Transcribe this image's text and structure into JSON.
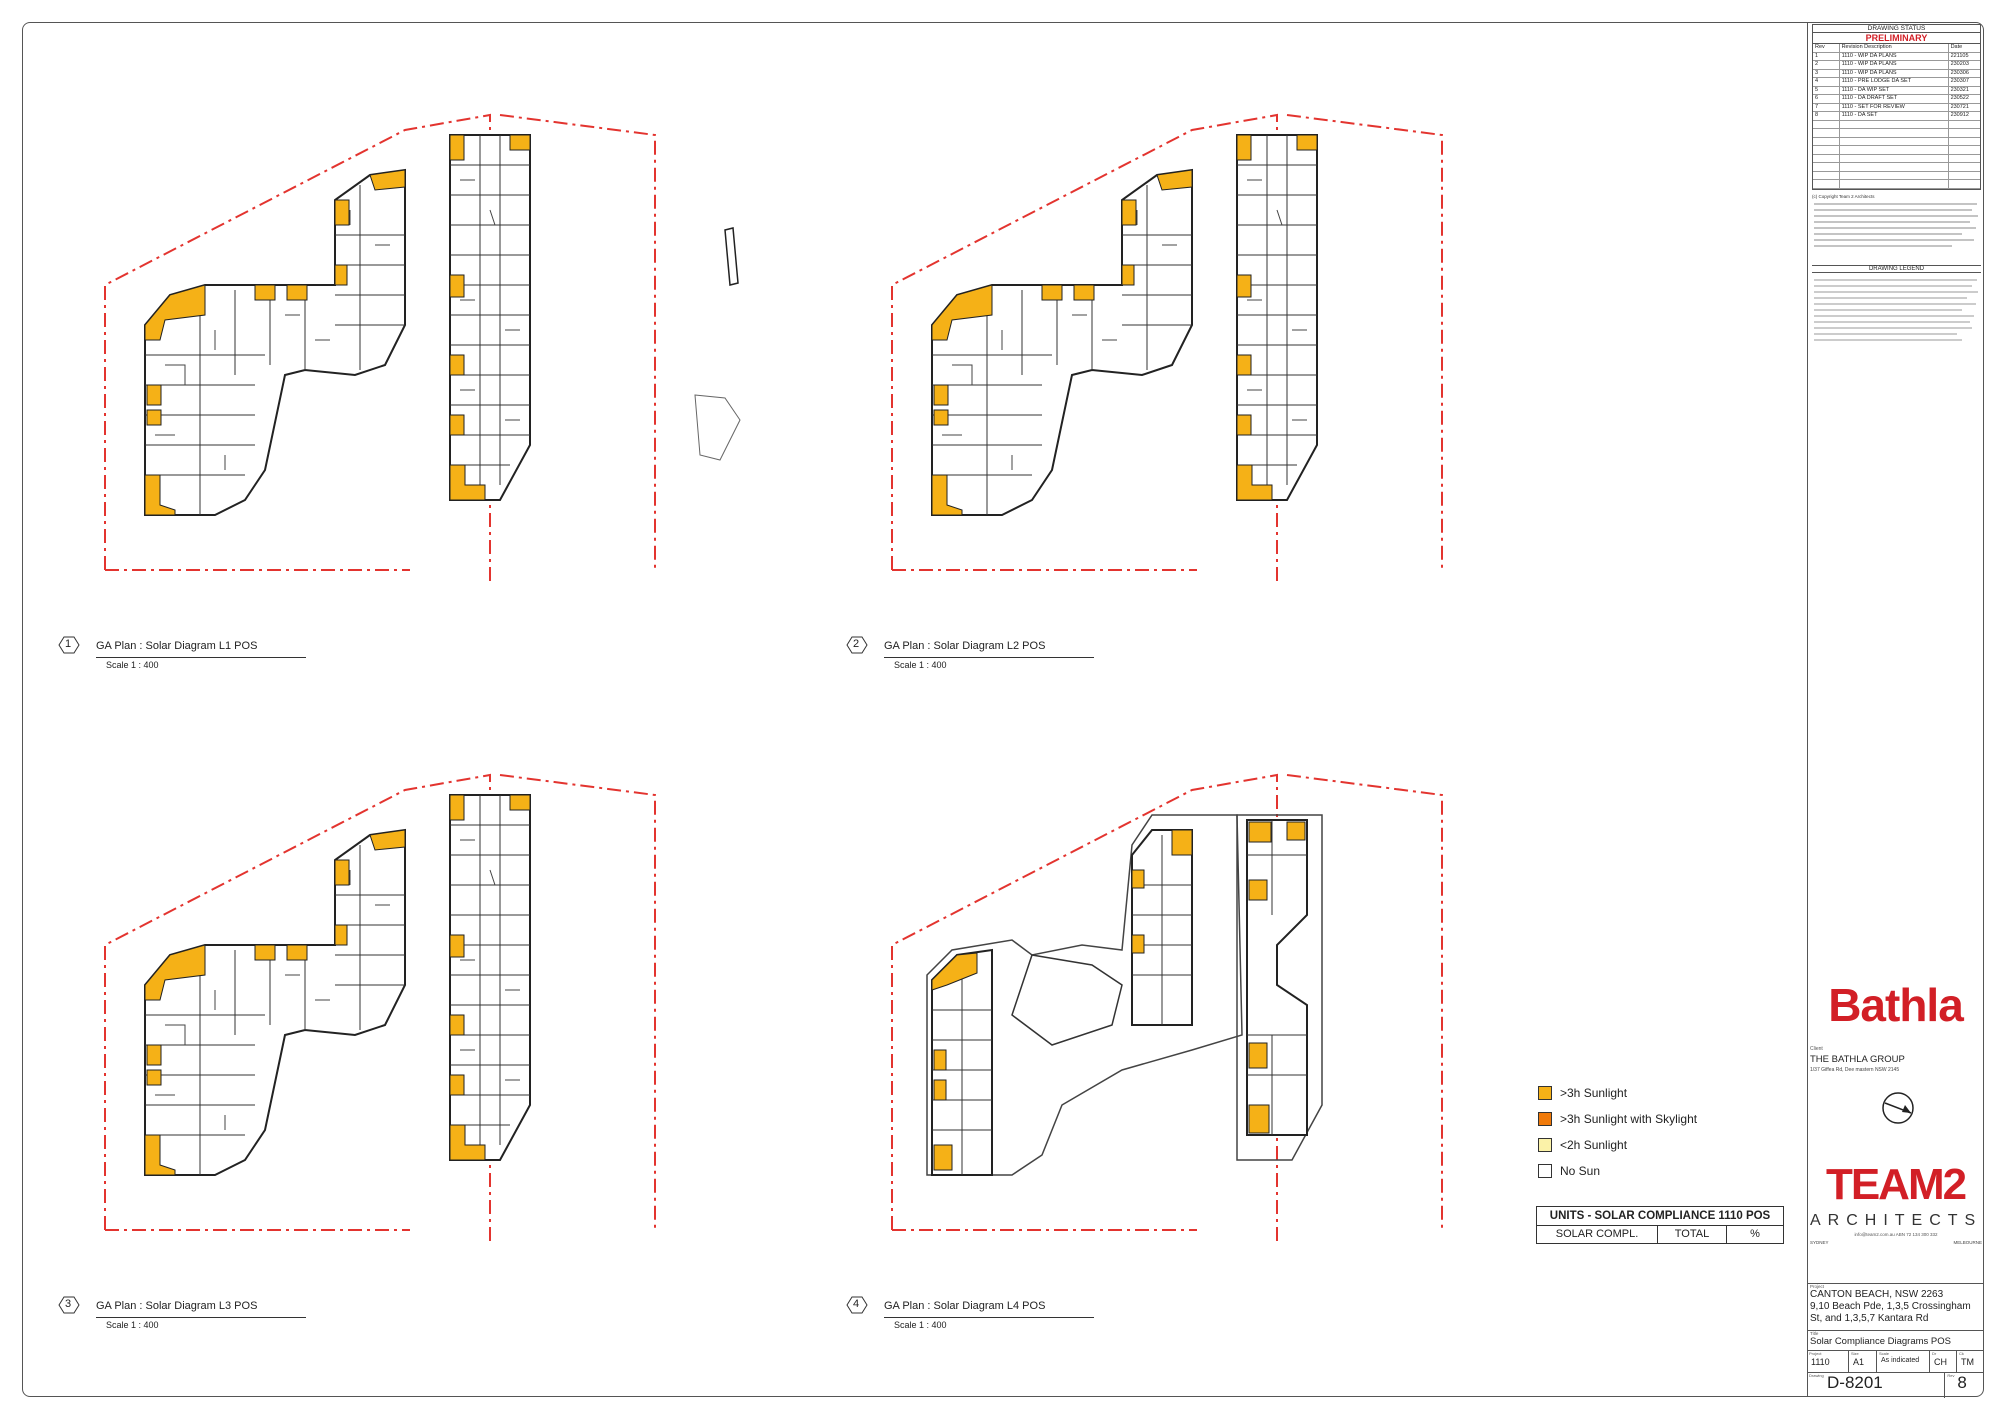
{
  "plans": [
    {
      "num": "1",
      "title": "GA Plan : Solar Diagram L1 POS",
      "scale": "Scale 1 : 400"
    },
    {
      "num": "2",
      "title": "GA Plan : Solar Diagram L2 POS",
      "scale": "Scale 1 : 400"
    },
    {
      "num": "3",
      "title": "GA Plan : Solar Diagram L3 POS",
      "scale": "Scale 1 : 400"
    },
    {
      "num": "4",
      "title": "GA Plan : Solar Diagram L4 POS",
      "scale": "Scale 1 : 400"
    }
  ],
  "legend": {
    "items": [
      {
        "label": ">3h Sunlight",
        "color": "#f5b117"
      },
      {
        "label": ">3h Sunlight with Skylight",
        "color": "#f07a0a"
      },
      {
        "label": "<2h Sunlight",
        "color": "#fbf2a8"
      },
      {
        "label": "No Sun",
        "color": "#ffffff"
      }
    ]
  },
  "solar_table": {
    "title": "UNITS - SOLAR COMPLIANCE 1110 POS",
    "cols": [
      "SOLAR COMPL.",
      "TOTAL",
      "%"
    ]
  },
  "title_block": {
    "status_label": "DRAWING STATUS",
    "status": "PRELIMINARY",
    "rev_headers": [
      "Rev",
      "Revision Description",
      "Date"
    ],
    "revisions": [
      {
        "rev": "1",
        "desc": "1110 - WIP DA PLANS",
        "date": "221105"
      },
      {
        "rev": "2",
        "desc": "1110 - WIP DA PLANS",
        "date": "230203"
      },
      {
        "rev": "3",
        "desc": "1110 - WIP DA PLANS",
        "date": "230306"
      },
      {
        "rev": "4",
        "desc": "1110 - PRE LODGE DA SET",
        "date": "230307"
      },
      {
        "rev": "5",
        "desc": "1110 - DA WIP SET",
        "date": "230321"
      },
      {
        "rev": "6",
        "desc": "1110 - DA DRAFT SET",
        "date": "230522"
      },
      {
        "rev": "7",
        "desc": "1110 - SET FOR REVIEW",
        "date": "230721"
      },
      {
        "rev": "8",
        "desc": "1110 - DA SET",
        "date": "230912"
      }
    ],
    "copyright_label": "(c) Copyright Team 2 Architects",
    "legend_label": "DRAWING LEGEND",
    "brand": "Bathla",
    "client_label": "Client",
    "client": "THE BATHLA GROUP",
    "client_address": "1/37 Giffea Rd, Dee mastern NSW 2145",
    "architect": "TEAM2",
    "architect_sub": "ARCHITECTS",
    "architect_contact": "info@team2.com.au   ABN 72 134 300 332",
    "office_sydney": "SYDNEY",
    "office_melbourne": "MELBOURNE",
    "project_label": "Project",
    "project_line1": "CANTON BEACH, NSW 2263",
    "project_line2": "9,10 Beach Pde, 1,3,5 Crossingham",
    "project_line3": "St, and 1,3,5,7 Kantara Rd",
    "drawing_title_label": "Title",
    "drawing_title": "Solar Compliance Diagrams POS",
    "project_no_label": "Project",
    "project_no": "1110",
    "size_label": "Size",
    "size": "A1",
    "scale_label": "Scale",
    "scale": "As indicated",
    "drawn_label": "Dr",
    "drawn": "CH",
    "checked_label": "Ck",
    "checked": "TM",
    "drawing_no_label": "Drawing",
    "drawing_no": "D-8201",
    "rev_label": "Rev",
    "rev": "8"
  }
}
